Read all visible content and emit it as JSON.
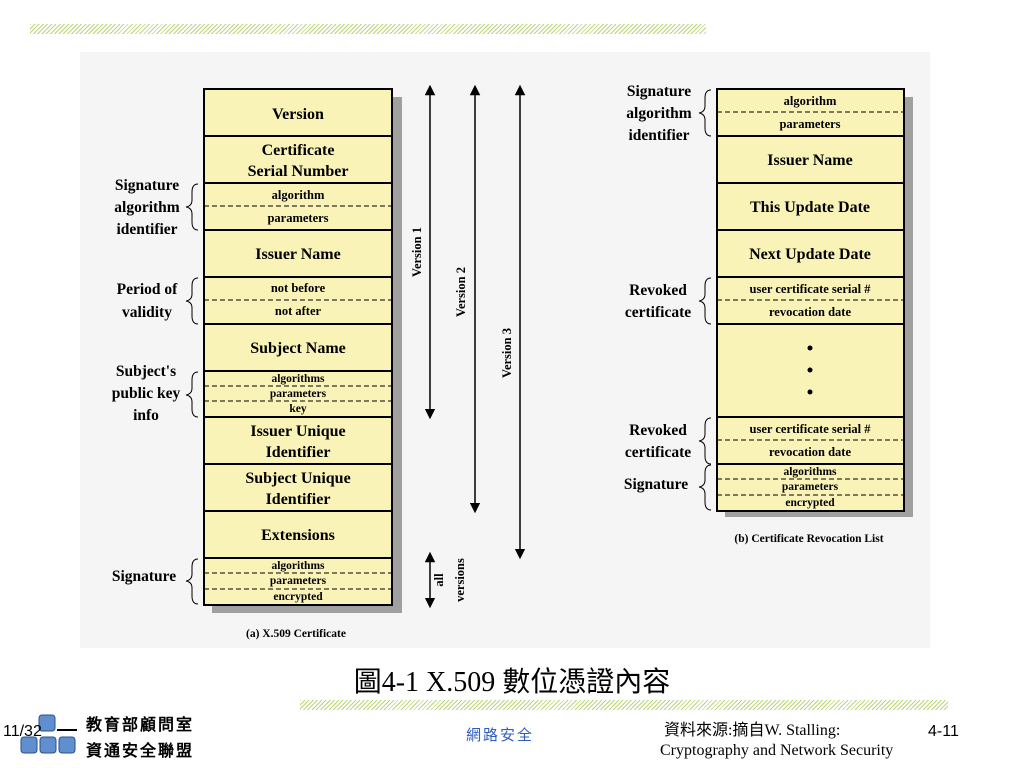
{
  "slide": {
    "figure_title": "圖4-1 X.509 數位憑證內容",
    "page_number": "11/32",
    "slide_number": "4-11",
    "org_line1": "教育部顧問室",
    "org_line2": "資通安全聯盟",
    "course": "網路安全",
    "source_line1": "資料來源:摘自W. Stalling:",
    "source_line2": "Cryptography and Network Security",
    "hatch_color": "#b8d67a",
    "logo_color": "#5f8fcf"
  },
  "certificate": {
    "fields": {
      "version": "Version",
      "serial_1": "Certificate",
      "serial_2": "Serial Number",
      "sig_algorithm": "algorithm",
      "sig_parameters": "parameters",
      "issuer": "Issuer Name",
      "not_before": "not before",
      "not_after": "not after",
      "subject": "Subject Name",
      "pk_algorithms": "algorithms",
      "pk_parameters": "parameters",
      "pk_key": "key",
      "issuer_uid_1": "Issuer Unique",
      "issuer_uid_2": "Identifier",
      "subject_uid_1": "Subject Unique",
      "subject_uid_2": "Identifier",
      "extensions": "Extensions",
      "s_algorithms": "algorithms",
      "s_parameters": "parameters",
      "s_encrypted": "encrypted"
    },
    "labels": {
      "sig_1": "Signature",
      "sig_2": "algorithm",
      "sig_3": "identifier",
      "period_1": "Period of",
      "period_2": "validity",
      "pk_1": "Subject's",
      "pk_2": "public key",
      "pk_3": "info",
      "signature": "Signature"
    },
    "versions": {
      "v1": "Version 1",
      "v2": "Version 2",
      "v3": "Version 3",
      "all_1": "all",
      "all_2": "versions"
    },
    "caption": "(a) X.509 Certificate"
  },
  "crl": {
    "fields": {
      "algorithm": "algorithm",
      "parameters": "parameters",
      "issuer": "Issuer Name",
      "this_update": "This Update Date",
      "next_update": "Next Update Date",
      "rev1_serial": "user certificate serial #",
      "rev1_date": "revocation date",
      "rev2_serial": "user certificate serial #",
      "rev2_date": "revocation date",
      "s_algorithms": "algorithms",
      "s_parameters": "parameters",
      "s_encrypted": "encrypted"
    },
    "labels": {
      "sig_1": "Signature",
      "sig_2": "algorithm",
      "sig_3": "identifier",
      "rev1_1": "Revoked",
      "rev1_2": "certificate",
      "rev2_1": "Revoked",
      "rev2_2": "certificate",
      "signature": "Signature"
    },
    "caption": "(b) Certificate Revocation List"
  }
}
